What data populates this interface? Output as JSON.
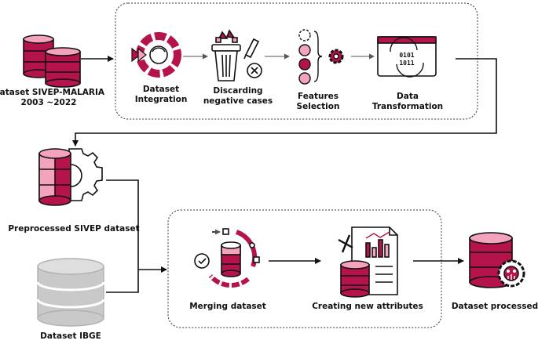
{
  "labels": {
    "sivep": [
      "Dataset SIVEP-MALARIA",
      "2003 ~2022"
    ],
    "integration": [
      "Dataset",
      "Integration"
    ],
    "discarding": [
      "Discarding",
      "negative cases"
    ],
    "features": [
      "Features",
      "Selection"
    ],
    "transformation": [
      "Data",
      "Transformation"
    ],
    "preprocessed": "Preprocessed SIVEP dataset",
    "ibge": "Dataset IBGE",
    "merging": "Merging dataset",
    "creating": "Creating new attributes",
    "processed": "Dataset processed",
    "binary": [
      "0101",
      "1011"
    ]
  },
  "colors": {
    "crimson": "#b5134b",
    "pink": "#f4a3bd",
    "gray": "#c9c9c9",
    "dark": "#111111"
  }
}
